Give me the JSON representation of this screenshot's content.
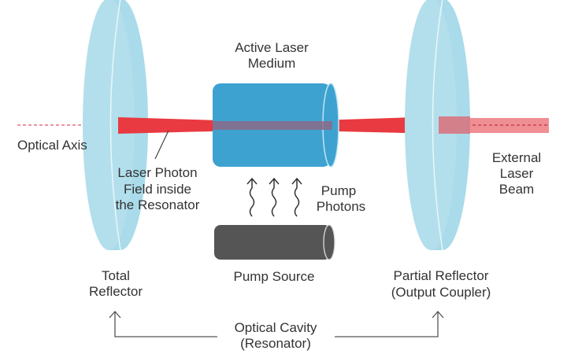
{
  "labels": {
    "active_medium": [
      "Active Laser",
      "Medium"
    ],
    "optical_axis": "Optical Axis",
    "photon_field": [
      "Laser Photon",
      "Field inside",
      "the Resonator"
    ],
    "pump_photons": [
      "Pump",
      "Photons"
    ],
    "external_beam": [
      "External",
      "Laser",
      "Beam"
    ],
    "total_reflector": [
      "Total",
      "Reflector"
    ],
    "pump_source": "Pump Source",
    "partial_reflector": [
      "Partial Reflector",
      "(Output Coupler)"
    ],
    "optical_cavity": [
      "Optical Cavity",
      "(Resonator)"
    ]
  },
  "colors": {
    "mirror": "#a9dbea",
    "medium": "#3ea2d1",
    "pump": "#555555",
    "beam": "#e83a40",
    "beam_external": "#ef8f94",
    "text": "#333333"
  }
}
